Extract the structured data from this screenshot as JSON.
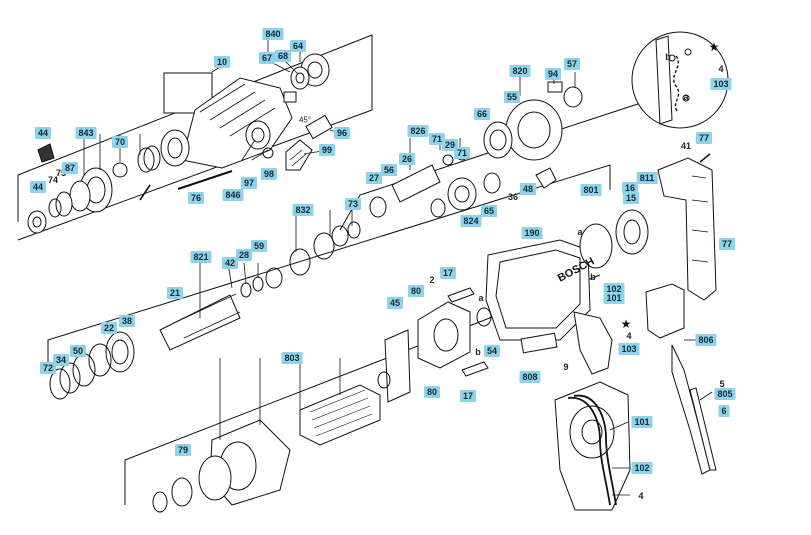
{
  "diagram": {
    "callouts": {
      "c840": "840",
      "c10": "10",
      "c67": "67",
      "c68": "68",
      "c64": "64",
      "c44a": "44",
      "c843": "843",
      "c70": "70",
      "c44b": "44",
      "c74": "74",
      "c75": "75",
      "c87": "87",
      "c45deg": "45°",
      "c96": "96",
      "c99": "99",
      "c97": "97",
      "c98": "98",
      "c846": "846",
      "c76": "76",
      "c820": "820",
      "c94": "94",
      "c57": "57",
      "c55": "55",
      "c66": "66",
      "c826": "826",
      "c71a": "71",
      "c29": "29",
      "c71b": "71",
      "c56": "56",
      "c26": "26",
      "c27": "27",
      "c48": "48",
      "c36": "36",
      "c65": "65",
      "c824": "824",
      "c832": "832",
      "c73": "73",
      "c821": "821",
      "c42": "42",
      "c28": "28",
      "c59": "59",
      "c21": "21",
      "c22": "22",
      "c38": "38",
      "c50": "50",
      "c34": "34",
      "c72": "72",
      "c45": "45",
      "c2": "2",
      "c17a": "17",
      "c80a": "80",
      "c54": "54",
      "c17b": "17",
      "c80b": "80",
      "c190": "190",
      "c808": "808",
      "c9": "9",
      "c803": "803",
      "c79": "79",
      "c801": "801",
      "c811": "811",
      "c16": "16",
      "c15": "15",
      "c41": "41",
      "c77a": "77",
      "c77b": "77",
      "c102a": "102",
      "c101a": "101",
      "c4a": "4",
      "c103a": "103",
      "c806": "806",
      "c5": "5",
      "c805": "805",
      "c6": "6",
      "c101b": "101",
      "c102b": "102",
      "c4b": "4",
      "c4c": "4",
      "c103b": "103",
      "letter_a1": "a",
      "letter_b1": "b",
      "letter_a2": "a",
      "letter_b2": "b",
      "letter_b3": "b",
      "letter_a3": "a"
    },
    "housing_brand": "BOSCH",
    "symbols": {
      "star": "★"
    },
    "colors": {
      "callout_fill": "#8fd3ea",
      "line": "#000000"
    }
  }
}
